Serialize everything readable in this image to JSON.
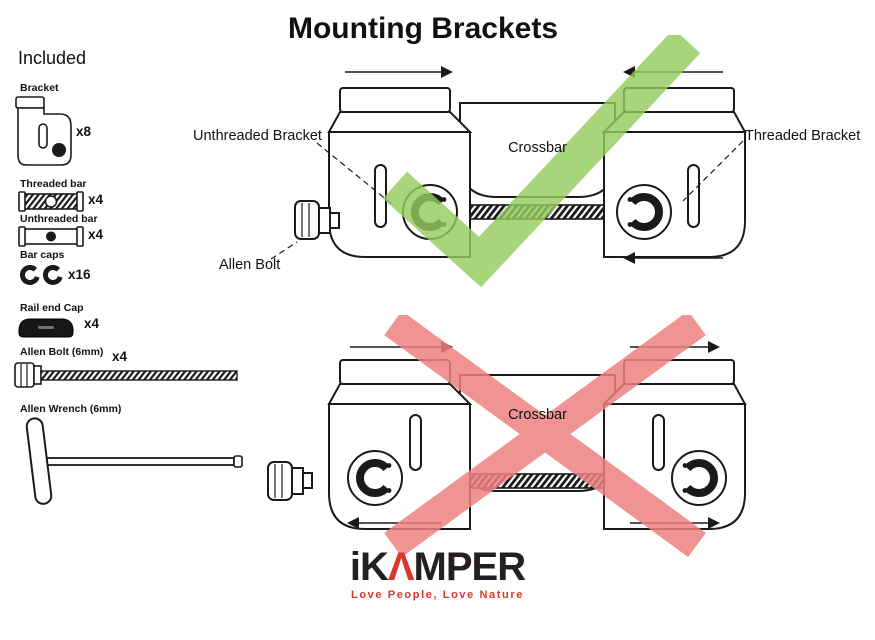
{
  "title": "Mounting Brackets",
  "included": {
    "heading": "Included",
    "items": [
      {
        "label": "Bracket",
        "qty": "x8",
        "icon": "bracket-icon"
      },
      {
        "label": "Threaded bar",
        "qty": "x4",
        "icon": "threaded-bar-icon"
      },
      {
        "label": "Unthreaded bar",
        "qty": "x4",
        "icon": "unthreaded-bar-icon"
      },
      {
        "label": "Bar caps",
        "qty": "x16",
        "icon": "bar-caps-icon"
      },
      {
        "label": "Rail end Cap",
        "qty": "x4",
        "icon": "rail-end-cap-icon"
      },
      {
        "label": "Allen Bolt (6mm)",
        "qty": "x4",
        "icon": "allen-bolt-icon"
      },
      {
        "label": "Allen Wrench (6mm)",
        "qty": "",
        "icon": "allen-wrench-icon"
      }
    ]
  },
  "correct_diagram": {
    "marker": "check",
    "labels": {
      "unthreaded_bracket": "Unthreaded Bracket",
      "crossbar": "Crossbar",
      "threaded_bracket": "Threaded Bracket",
      "allen_bolt": "Allen Bolt"
    }
  },
  "incorrect_diagram": {
    "marker": "cross",
    "labels": {
      "crossbar": "Crossbar"
    }
  },
  "logo": {
    "brand_prefix": "iK",
    "brand_a": "Λ",
    "brand_suffix": "MPER",
    "tagline": "Love People, Love Nature"
  },
  "colors": {
    "check_green": "#95ca5e",
    "cross_red": "#ee8181",
    "logo_red": "#d7372c",
    "line_black": "#1a1a1a"
  }
}
